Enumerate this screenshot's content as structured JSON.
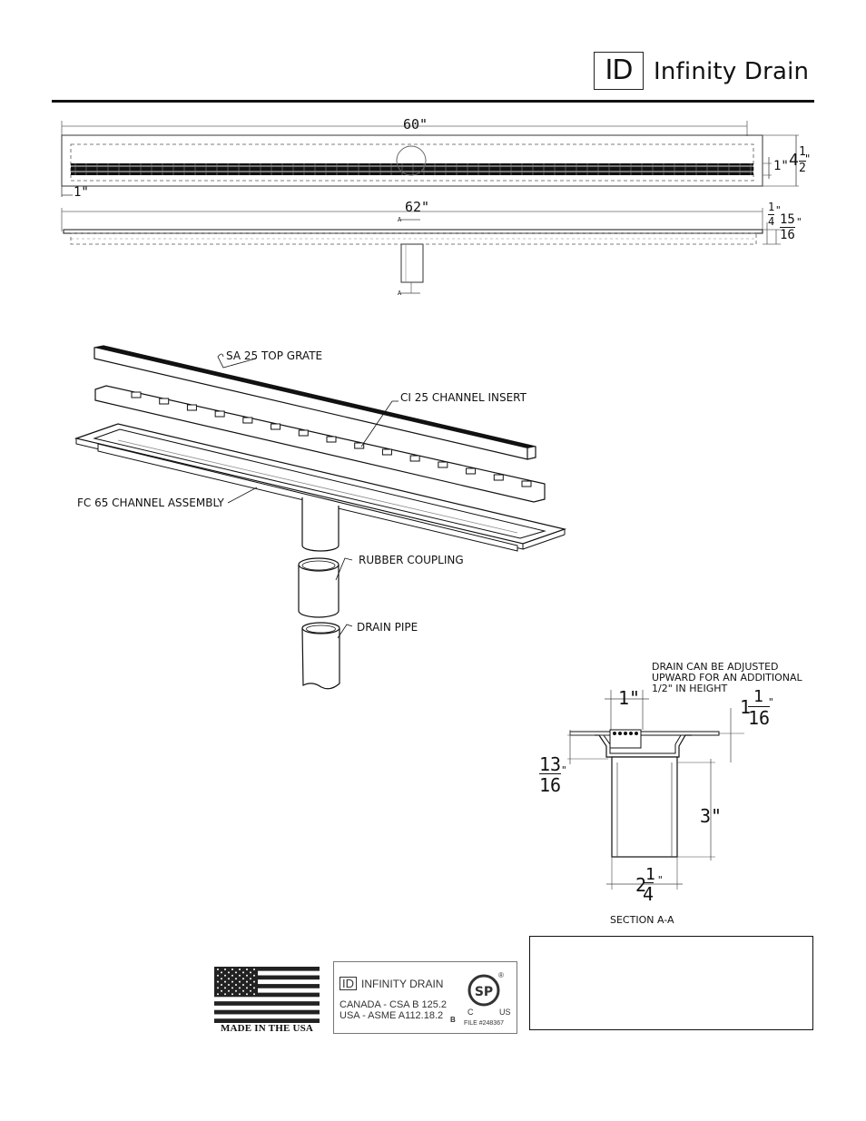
{
  "header": {
    "logo_mark": "ID",
    "brand_name": "Infinity Drain"
  },
  "top_view": {
    "length_dim": "60\"",
    "end_offset_dim": "1\"",
    "grate_width_dim": "1\"",
    "overall_width_whole": "4",
    "overall_width_num": "1",
    "overall_width_den": "2",
    "overall_width_unit": "\""
  },
  "side_view": {
    "length_dim": "62\"",
    "flange_num": "1",
    "flange_den": "4",
    "flange_unit": "\"",
    "height_num": "15",
    "height_den": "16",
    "height_unit": "\"",
    "section_mark": "A"
  },
  "exploded_view": {
    "labels": {
      "top_grate": "SA 25 TOP GRATE",
      "channel_insert": "CI 25 CHANNEL INSERT",
      "channel_assembly": "FC 65 CHANNEL ASSEMBLY",
      "rubber_coupling": "RUBBER COUPLING",
      "drain_pipe": "DRAIN PIPE"
    }
  },
  "section_view": {
    "note_line1": "DRAIN CAN BE ADJUSTED",
    "note_line2": "UPWARD FOR AN ADDITIONAL",
    "note_line3": "1/2\" IN HEIGHT",
    "grate_dim": "1\"",
    "depth_whole": "1",
    "depth_num": "1",
    "depth_den": "16",
    "depth_unit": "\"",
    "flange_num": "13",
    "flange_den": "16",
    "flange_unit": "\"",
    "outlet_height": "3\"",
    "outlet_whole": "2",
    "outlet_num": "1",
    "outlet_den": "4",
    "outlet_unit": "\"",
    "caption": "SECTION A-A"
  },
  "badges": {
    "made_in_usa": "MADE IN THE USA",
    "cert_brand_mark": "ID",
    "cert_brand": "INFINITY DRAIN",
    "cert_line1": "CANADA - CSA B 125.2",
    "cert_line2": "USA - ASME A112.18.2",
    "cert_grade": "B",
    "csa_c": "C",
    "csa_us": "US",
    "csa_file": "FILE #248367",
    "csa_reg": "®",
    "csa_logo": "SP"
  }
}
